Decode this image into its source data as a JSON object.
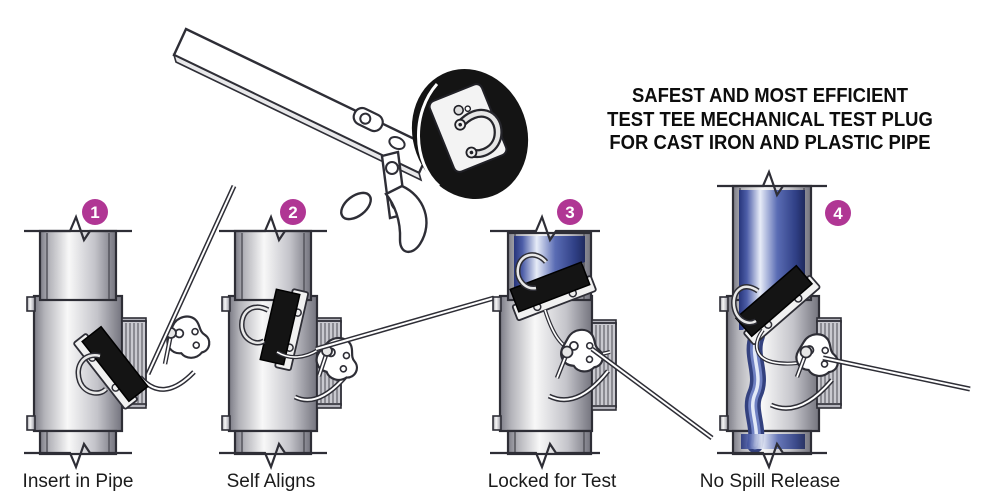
{
  "headline": {
    "line1": "SAFEST AND MOST EFFICIENT",
    "line2": "TEST TEE MECHANICAL TEST PLUG",
    "line3": "FOR CAST IRON AND PLASTIC PIPE"
  },
  "steps": [
    {
      "number": "1",
      "label": "Insert in Pipe"
    },
    {
      "number": "2",
      "label": "Self Aligns"
    },
    {
      "number": "3",
      "label": "Locked for Test"
    },
    {
      "number": "4",
      "label": "No Spill Release"
    }
  ],
  "colors": {
    "step_badge": "#b03694",
    "plug": "#141414",
    "outline": "#2e2e36",
    "water_dark": "#27357b",
    "water_mid": "#5a6cb4",
    "water_light": "#e7ecf8",
    "pipe_dark": "#80808a",
    "pipe_light": "#f8f8f8"
  }
}
